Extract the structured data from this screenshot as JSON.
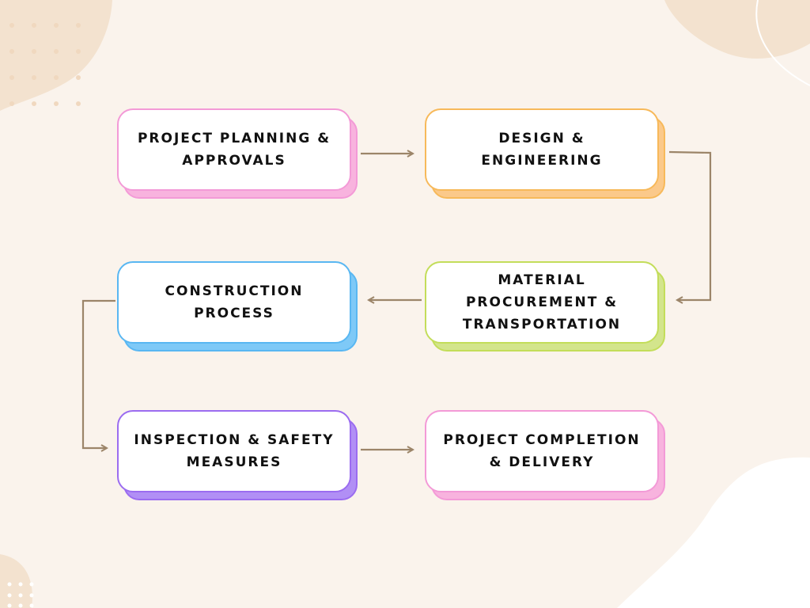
{
  "diagram": {
    "steps": [
      {
        "label": "PROJECT PLANNING & APPROVALS",
        "color": "#f39ad7",
        "fill": "#f8b3de"
      },
      {
        "label": "DESIGN & ENGINEERING",
        "color": "#f7b95a",
        "fill": "#fbc98a"
      },
      {
        "label": "MATERIAL PROCUREMENT & TRANSPORTATION",
        "color": "#c3dd5a",
        "fill": "#d3e58c"
      },
      {
        "label": "CONSTRUCTION PROCESS",
        "color": "#59b7f2",
        "fill": "#7ec9f7"
      },
      {
        "label": "INSPECTION & SAFETY MEASURES",
        "color": "#9b6cf0",
        "fill": "#b18ff5"
      },
      {
        "label": "PROJECT COMPLETION & DELIVERY",
        "color": "#f39ad7",
        "fill": "#f8b3de"
      }
    ],
    "connector_color": "#9c8569",
    "background": "#faf3ec",
    "blob_color": "#f3e2cf"
  }
}
